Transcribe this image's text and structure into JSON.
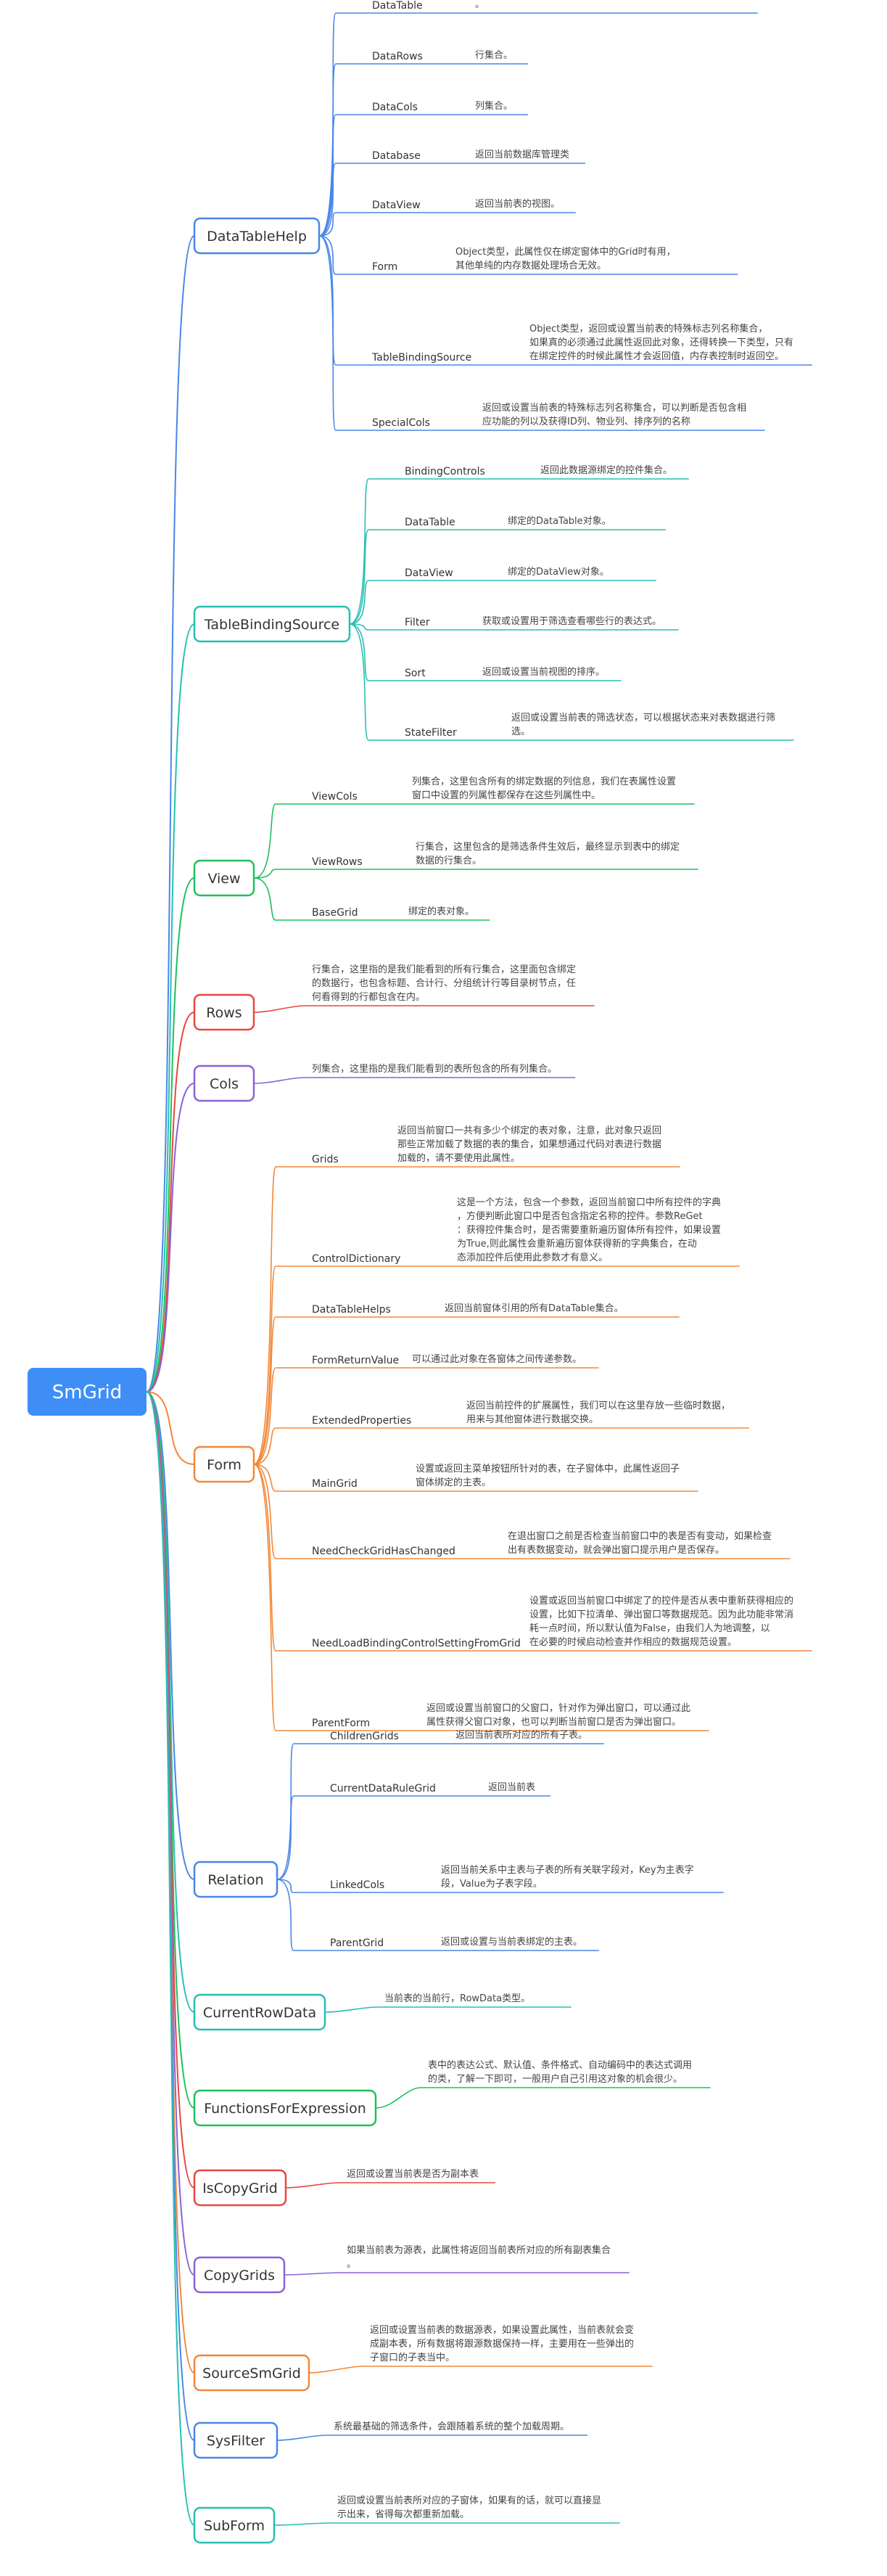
{
  "root": {
    "label": "SmGrid",
    "color": "#3f8ef5"
  },
  "categories": [
    {
      "id": "datatablehelp",
      "label": "DataTableHelp",
      "color": "#4a86e8",
      "children": [
        {
          "label": "DataTable",
          "desc": "返回基础的System.Data.DataTable对象。"
        },
        {
          "label": "DataRows",
          "desc": "行集合。"
        },
        {
          "label": "DataCols",
          "desc": "列集合。"
        },
        {
          "label": "Database",
          "desc": "返回当前数据库管理类"
        },
        {
          "label": "DataView",
          "desc": "返回当前表的视图。"
        },
        {
          "label": "Form",
          "desc": "Object类型，此属性仅在绑定窗体中的Grid时有用，其他单纯的内存数据处理场合无效。"
        },
        {
          "label": "TableBindingSource",
          "desc": "Object类型，返回或设置当前表的特殊标志列名称集合，如果真的必须通过此属性返回此对象，还得转换一下类型，只有在绑定控件的时候此属性才会返回值，内存表控制时返回空。"
        },
        {
          "label": "SpecialCols",
          "desc": "返回或设置当前表的特殊标志列名称集合，可以判断是否包含相应功能的列以及获得ID列、物业列、排序列的名称"
        }
      ]
    },
    {
      "id": "tablebindingsource",
      "label": "TableBindingSource",
      "color": "#26c0b1",
      "children": [
        {
          "label": "BindingControls",
          "desc": "返回此数据源绑定的控件集合。"
        },
        {
          "label": "DataTable",
          "desc": "绑定的DataTable对象。"
        },
        {
          "label": "DataView",
          "desc": "绑定的DataView对象。"
        },
        {
          "label": "Filter",
          "desc": "获取或设置用于筛选查看哪些行的表达式。"
        },
        {
          "label": "Sort",
          "desc": "返回或设置当前视图的排序。"
        },
        {
          "label": "StateFilter",
          "desc": "返回或设置当前表的筛选状态，可以根据状态来对表数据进行筛选。"
        }
      ]
    },
    {
      "id": "view",
      "label": "View",
      "color": "#1fc05d",
      "children": [
        {
          "label": "ViewCols",
          "desc": "列集合，这里包含所有的绑定数据的列信息，我们在表属性设置窗口中设置的列属性都保存在这些列属性中。"
        },
        {
          "label": "ViewRows",
          "desc": "行集合，这里包含的是筛选条件生效后，最终显示到表中的绑定数据的行集合。"
        },
        {
          "label": "BaseGrid",
          "desc": "绑定的表对象。"
        }
      ]
    },
    {
      "id": "rows",
      "label": "Rows",
      "color": "#e8473f",
      "desc": "行集合，这里指的是我们能看到的所有行集合，这里面包含绑定的数据行，也包含标题、合计行、分组统计行等目录树节点，任何看得到的行都包含在内。"
    },
    {
      "id": "cols",
      "label": "Cols",
      "color": "#8a62d8",
      "desc": "列集合，这里指的是我们能看到的表所包含的所有列集合。"
    },
    {
      "id": "form",
      "label": "Form",
      "color": "#f2883a",
      "children": [
        {
          "label": "Grids",
          "desc": "返回当前窗口一共有多少个绑定的表对象，注意，此对象只返回那些正常加载了数据的表的集合，如果想通过代码对表进行数据加载的，请不要使用此属性。"
        },
        {
          "label": "ControlDictionary",
          "desc": "这是一个方法，包含一个参数，返回当前窗口中所有控件的字典，方便判断此窗口中是否包含指定名称的控件。参数ReGet：获得控件集合时，是否需要重新遍历窗体所有控件，如果设置为True,则此属性会重新遍历窗体获得新的字典集合，在动态添加控件后使用此参数才有意义。"
        },
        {
          "label": "DataTableHelps",
          "desc": "返回当前窗体引用的所有DataTable集合。"
        },
        {
          "label": "FormReturnValue",
          "desc": "可以通过此对象在各窗体之间传递参数。"
        },
        {
          "label": "ExtendedProperties",
          "desc": "返回当前控件的扩展属性，我们可以在这里存放一些临时数据，用来与其他窗体进行数据交换。"
        },
        {
          "label": "MainGrid",
          "desc": "设置或返回主菜单按钮所针对的表，在子窗体中，此属性返回子窗体绑定的主表。"
        },
        {
          "label": "NeedCheckGridHasChanged",
          "desc": "在退出窗口之前是否检查当前窗口中的表是否有变动，如果检查出有表数据变动，就会弹出窗口提示用户是否保存。"
        },
        {
          "label": "NeedLoadBindingControlSettingFromGrid",
          "desc": "设置或返回当前窗口中绑定了的控件是否从表中重新获得相应的设置，比如下拉清单、弹出窗口等数据规范。因为此功能非常消耗一点时间，所以默认值为False，由我们人为地调整，以在必要的时候启动检查并作相应的数据规范设置。"
        },
        {
          "label": "ParentForm",
          "desc": "返回或设置当前窗口的父窗口，针对作为弹出窗口，可以通过此属性获得父窗口对象，也可以判断当前窗口是否为弹出窗口。"
        }
      ]
    },
    {
      "id": "relation",
      "label": "Relation",
      "color": "#4a86e8",
      "children": [
        {
          "label": "ChildrenGrids",
          "desc": "返回当前表所对应的所有子表。"
        },
        {
          "label": "CurrentDataRuleGrid",
          "desc": "返回当前表"
        },
        {
          "label": "LinkedCols",
          "desc": "返回当前关系中主表与子表的所有关联字段对，Key为主表字段，Value为子表字段。"
        },
        {
          "label": "ParentGrid",
          "desc": "返回或设置与当前表绑定的主表。"
        }
      ]
    },
    {
      "id": "currentrowdata",
      "label": "CurrentRowData",
      "color": "#26c0b1",
      "desc": "当前表的当前行，RowData类型。"
    },
    {
      "id": "functionsforexpression",
      "label": "FunctionsForExpression",
      "color": "#1fc05d",
      "desc": "表中的表达公式、默认值、条件格式、自动编码中的表达式调用的类，了解一下即可，一般用户自己引用这对象的机会很少。"
    },
    {
      "id": "iscopygrid",
      "label": "IsCopyGrid",
      "color": "#e8473f",
      "desc": "返回或设置当前表是否为副本表"
    },
    {
      "id": "copygrids",
      "label": "CopyGrids",
      "color": "#8a62d8",
      "desc": "如果当前表为源表，此属性将返回当前表所对应的所有副表集合。"
    },
    {
      "id": "sourcesmgrid",
      "label": "SourceSmGrid",
      "color": "#f2883a",
      "desc": "返回或设置当前表的数据源表，如果设置此属性，当前表就会变成副本表，所有数据将跟源数据保持一样，主要用在一些弹出的子窗口的子表当中。"
    },
    {
      "id": "sysfilter",
      "label": "SysFilter",
      "color": "#4a86e8",
      "desc": "系统最基础的筛选条件，会跟随着系统的整个加载周期。"
    },
    {
      "id": "subform",
      "label": "SubForm",
      "color": "#26c0b1",
      "desc": "返回或设置当前表所对应的子窗体，如果有的话，就可以直接显示出来，省得每次都重新加载。"
    }
  ]
}
